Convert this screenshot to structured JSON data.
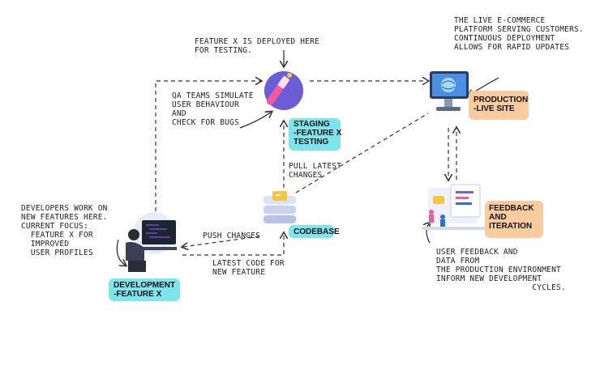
{
  "nodes": {
    "development": {
      "label": "DEVELOPMENT\n-FEATURE X",
      "icon": "developer-icon"
    },
    "staging": {
      "label": "STAGING\n-FEATURE X\nTESTING",
      "icon": "test-tube-icon"
    },
    "codebase": {
      "label": "CODEBASE",
      "icon": "server-stack-icon"
    },
    "production": {
      "label": "PRODUCTION\n-LIVE SITE",
      "icon": "monitor-globe-icon"
    },
    "feedback": {
      "label": "FEEDBACK\nAND\nITERATION",
      "icon": "feedback-dashboard-icon"
    }
  },
  "notes": {
    "deployed": "FEATURE X IS DEPLOYED HERE\nFOR TESTING.",
    "qa": "QA TEAMS SIMULATE\nUSER BEHAVIOUR\nAND\nCHECK FOR BUGS",
    "live": "THE LIVE E-COMMERCE\nPLATFORM SERVING CUSTOMERS.\nCONTINUOUS DEPLOYMENT\nALLOWS FOR RAPID UPDATES",
    "developers": "DEVELOPERS WORK ON\nNEW FEATURES HERE.\nCURRENT FOCUS:\n  FEATURE X FOR\n  IMPROVED\n  USER PROFILES",
    "pull": "PULL LATEST\nCHANGES",
    "push": "PUSH CHANGES",
    "latest_code": "LATEST CODE FOR\nNEW FEATURE",
    "user_feedback": "USER FEEDBACK AND\nDATA FROM\nTHE PRODUCTION ENVIRONMENT\nINFORM NEW DEVELOPMENT\n                    CYCLES."
  },
  "colors": {
    "cyan_highlight": "#6fe3ea",
    "peach_highlight": "#f8c99a",
    "arrow": "#333333",
    "accent_blue": "#2e6fd8",
    "accent_purple": "#7b5cd6",
    "accent_yellow": "#f5c542"
  }
}
